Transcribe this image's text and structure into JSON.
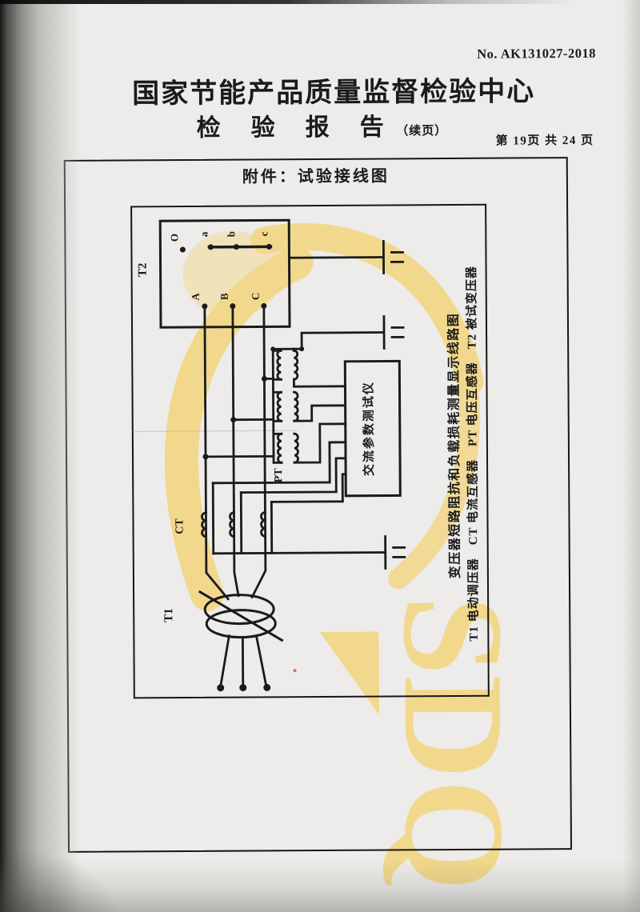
{
  "page": {
    "doc_number": "No. AK131027-2018",
    "org_name": "国家节能产品质量监督检验中心",
    "report_title": "检　验　报　告",
    "report_subtitle": "（续页）",
    "page_info": "第 19页  共 24 页",
    "attachment_title": "附件：试验接线图"
  },
  "diagram": {
    "caption": "变压器短路阻抗和负载损耗测量显示线路图",
    "legend": "T1 电动调压器　CT 电流互感器　PT 电压互感器　T2 被试变压器",
    "tester": "交流参数测试仪",
    "labels": {
      "t1": "T1",
      "t2": "T2",
      "ct": "CT",
      "pt": "PT"
    },
    "t2_terminals": {
      "O": "O",
      "a": "a",
      "b": "b",
      "c": "c",
      "A": "A",
      "B": "B",
      "C": "C"
    }
  },
  "watermark": {
    "text": "SDQ",
    "color": "#f3d57f"
  },
  "colors": {
    "ink": "#1b1b1b",
    "paper": "#edecea"
  }
}
